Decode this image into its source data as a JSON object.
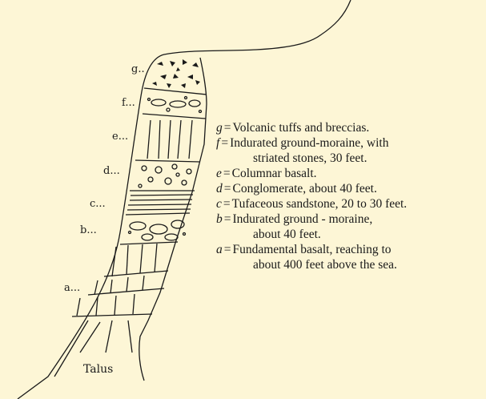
{
  "layer_labels": [
    {
      "id": "g",
      "text": "g.."
    },
    {
      "id": "f",
      "text": "f..."
    },
    {
      "id": "e",
      "text": "e..."
    },
    {
      "id": "d",
      "text": "d..."
    },
    {
      "id": "c",
      "text": "c..."
    },
    {
      "id": "b",
      "text": "b..."
    },
    {
      "id": "a",
      "text": "a..."
    }
  ],
  "talus_label": "Talus",
  "legend": [
    {
      "key": "g",
      "lines": [
        "Volcanic tuffs and breccias."
      ]
    },
    {
      "key": "f",
      "lines": [
        "Indurated ground-moraine, with",
        "striated stones, 30 feet."
      ]
    },
    {
      "key": "e",
      "lines": [
        "Columnar basalt."
      ]
    },
    {
      "key": "d",
      "lines": [
        "Conglomerate, about 40 feet."
      ]
    },
    {
      "key": "c",
      "lines": [
        "Tufaceous sandstone, 20 to 30 feet."
      ]
    },
    {
      "key": "b",
      "lines": [
        "Indurated ground - moraine,",
        "about 40 feet."
      ]
    },
    {
      "key": "a",
      "lines": [
        "Fundamental basalt, reaching to",
        "about 400 feet above the sea."
      ]
    }
  ]
}
